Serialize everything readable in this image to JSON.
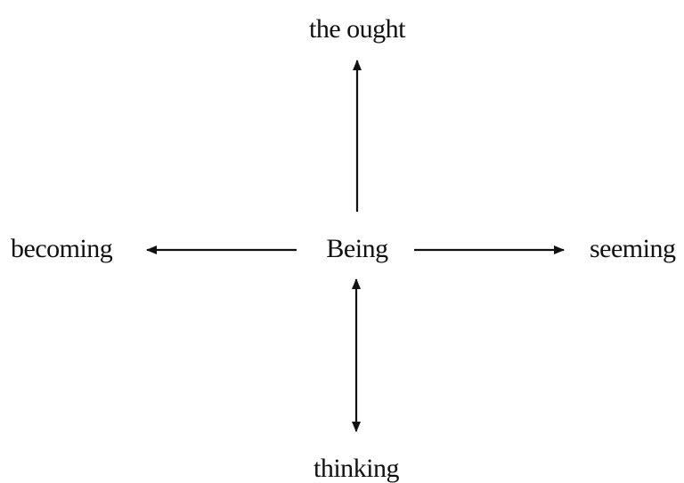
{
  "diagram": {
    "center": "Being",
    "top": "the ought",
    "left": "becoming",
    "right": "seeming",
    "bottom": "thinking"
  },
  "edges": [
    {
      "from": "Being",
      "to": "the ought",
      "type": "single-arrow"
    },
    {
      "from": "Being",
      "to": "becoming",
      "type": "single-arrow"
    },
    {
      "from": "Being",
      "to": "seeming",
      "type": "single-arrow"
    },
    {
      "from": "Being",
      "to": "thinking",
      "type": "double-arrow"
    }
  ],
  "colors": {
    "ink": "#111111",
    "background": "#ffffff"
  }
}
